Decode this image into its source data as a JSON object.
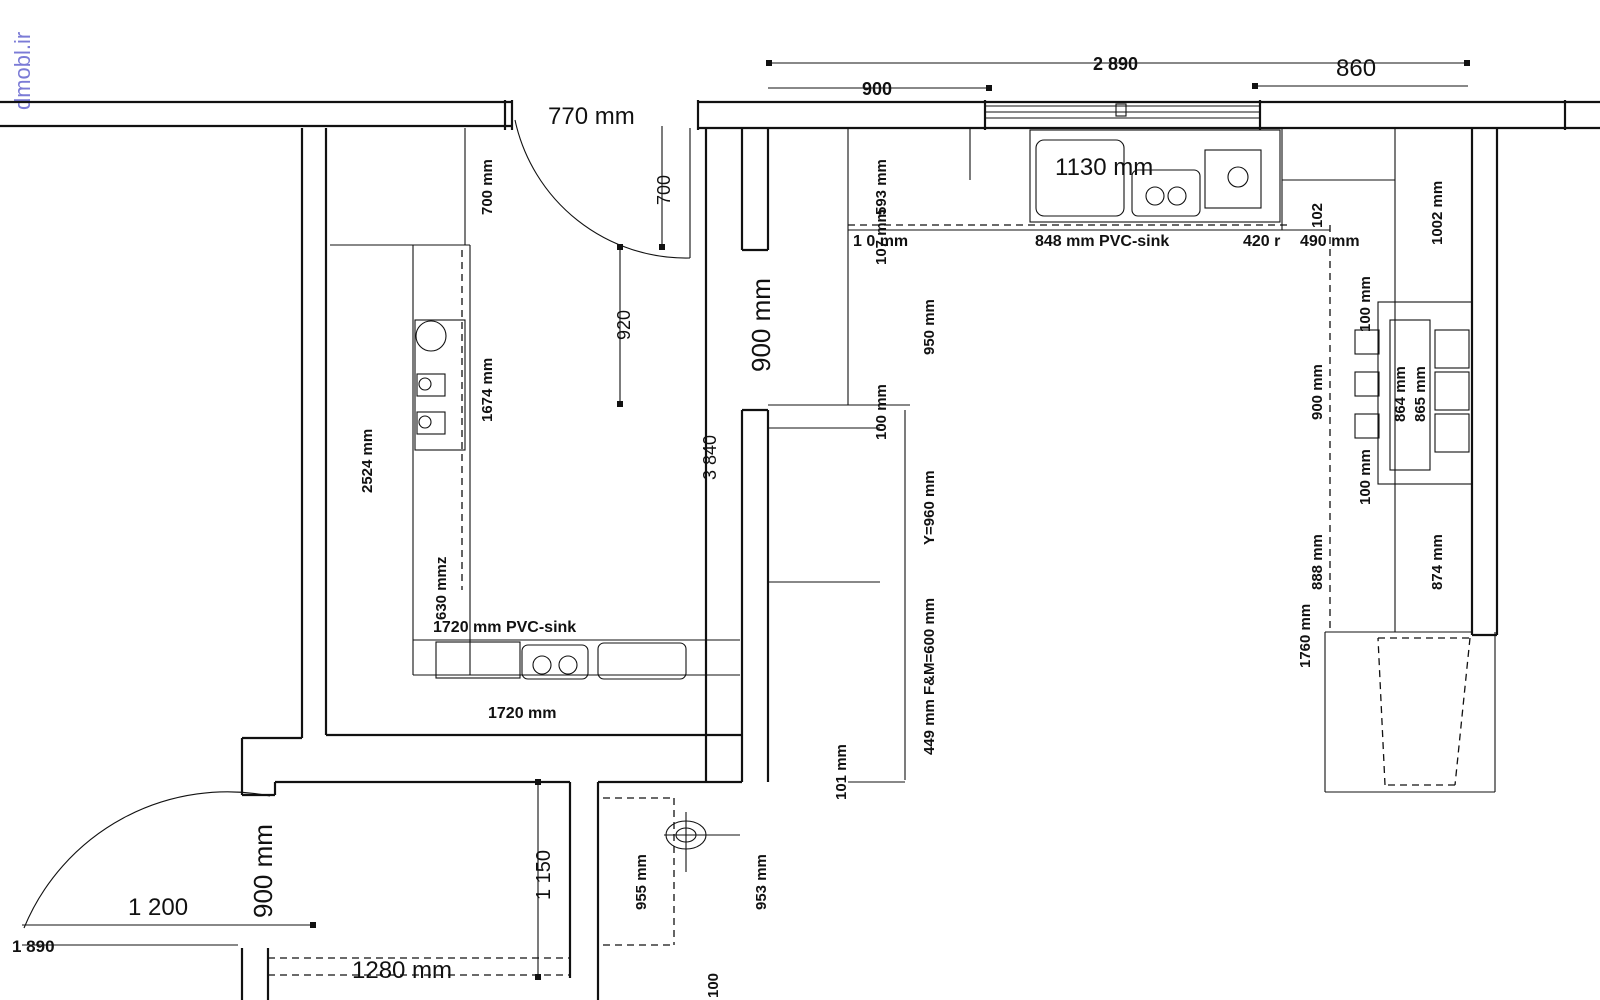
{
  "watermark": "dmobl.ir",
  "dimensions": {
    "top_total": "2 890",
    "top_860": "860",
    "top_900": "900",
    "door_770": "770 mm",
    "d700": "700",
    "d920": "920",
    "d3840": "3 840",
    "d900mm_mid": "900 mm",
    "d700mm": "700 mm",
    "d1674": "1674 mm",
    "d2524": "2524 mm",
    "d630": "630 mmz",
    "sink_left": "1720 mm PVC-sink",
    "d1720": "1720 mm",
    "d1130": "1130 mm",
    "d593": "593 mm",
    "d107": "107 mm",
    "d10mm": "1   0 mm",
    "sink_top": "848 mm PVC-sink",
    "d420": "420 r",
    "d490": "490 mm",
    "d102": "102",
    "d1002": "1002 mm",
    "d950": "950 mm",
    "d100a": "100 mm",
    "y960": "Y=960 mm",
    "fm600": "F&M=600 mm",
    "d449": "449 mm",
    "d101": "101 mm",
    "d100r1": "100 mm",
    "d100r2": "100 mm",
    "d900r": "900 mm",
    "d864": "864 mm",
    "d865": "865 mm",
    "d888": "888 mm",
    "d874": "874 mm",
    "d1760": "1760 mm",
    "d1200": "1 200",
    "d900bl": "900 mm",
    "d1890": "1 890",
    "d1150": "1 150",
    "d1280": "1280 mm",
    "d955": "955 mm",
    "d953": "953 mm",
    "d100bot": "100"
  }
}
